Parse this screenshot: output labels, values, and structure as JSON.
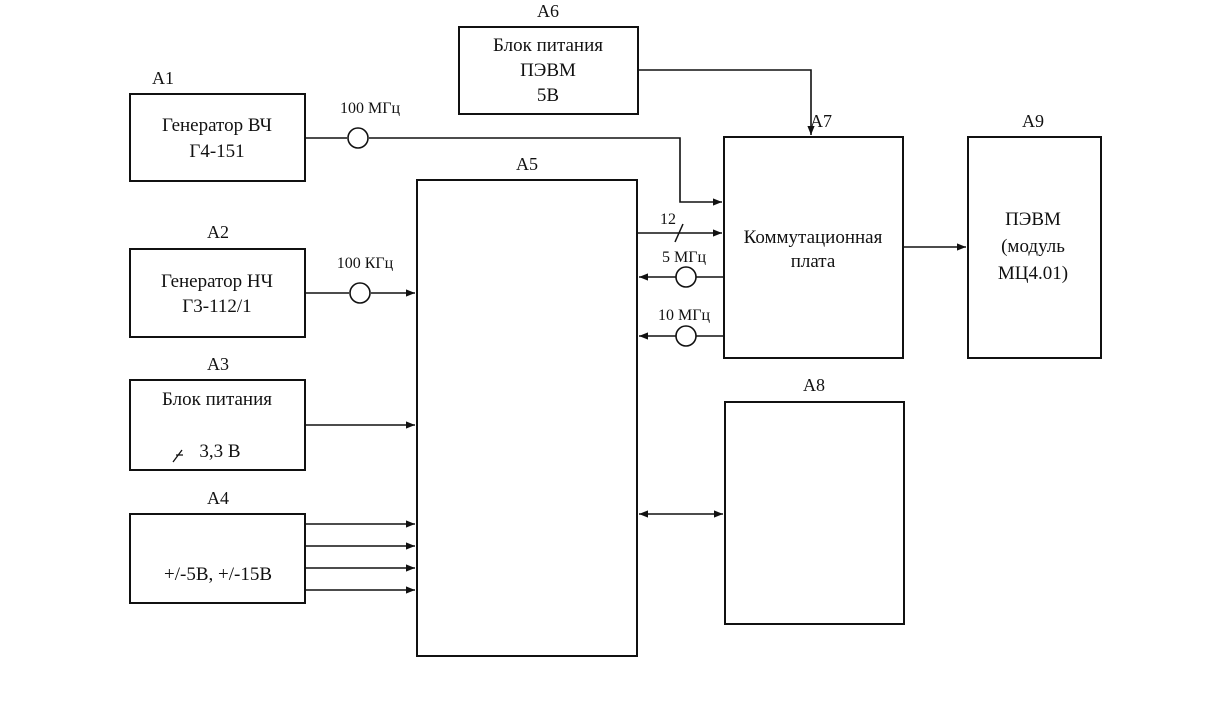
{
  "blocks": {
    "a1": {
      "id": "A1",
      "lines": [
        "Генератор ВЧ",
        "Г4-151"
      ]
    },
    "a2": {
      "id": "A2",
      "lines": [
        "Генератор НЧ",
        "Г3-112/1"
      ]
    },
    "a3": {
      "id": "A3",
      "lines": [
        "Блок питания",
        "3,3 В"
      ]
    },
    "a4": {
      "id": "A4",
      "lines": [
        "+/-5В, +/-15В"
      ]
    },
    "a5": {
      "id": "A5"
    },
    "a6": {
      "id": "A6",
      "lines": [
        "Блок питания",
        "ПЭВМ",
        "5В"
      ]
    },
    "a7": {
      "id": "A7",
      "lines": [
        "Коммутационная",
        "плата"
      ]
    },
    "a8": {
      "id": "A8"
    },
    "a9": {
      "id": "A9",
      "lines": [
        "ПЭВМ",
        "(модуль",
        "МЦ4.01)"
      ]
    }
  },
  "signals": {
    "hf": "100 МГц",
    "lf": "100 КГц",
    "bus_width": "12",
    "clk5": "5 МГц",
    "clk10": "10 МГц"
  }
}
